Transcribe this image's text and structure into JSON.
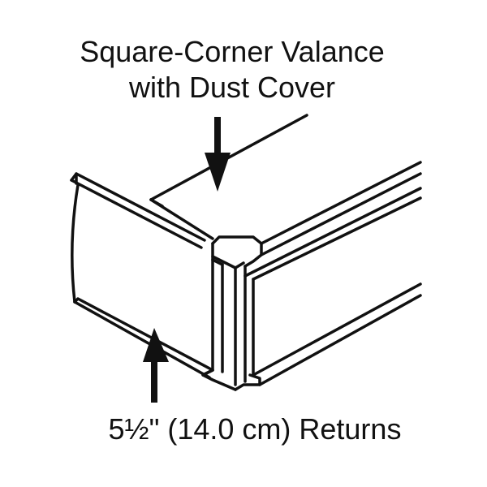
{
  "top_label": {
    "line1": "Square-Corner Valance",
    "line2": "with Dust Cover"
  },
  "bottom_label": "5½\" (14.0 cm) Returns",
  "colors": {
    "stroke": "#111111",
    "background": "#ffffff"
  },
  "icons": {
    "dust_cover_arrow": "arrow-down-icon",
    "returns_arrow": "arrow-up-icon"
  }
}
